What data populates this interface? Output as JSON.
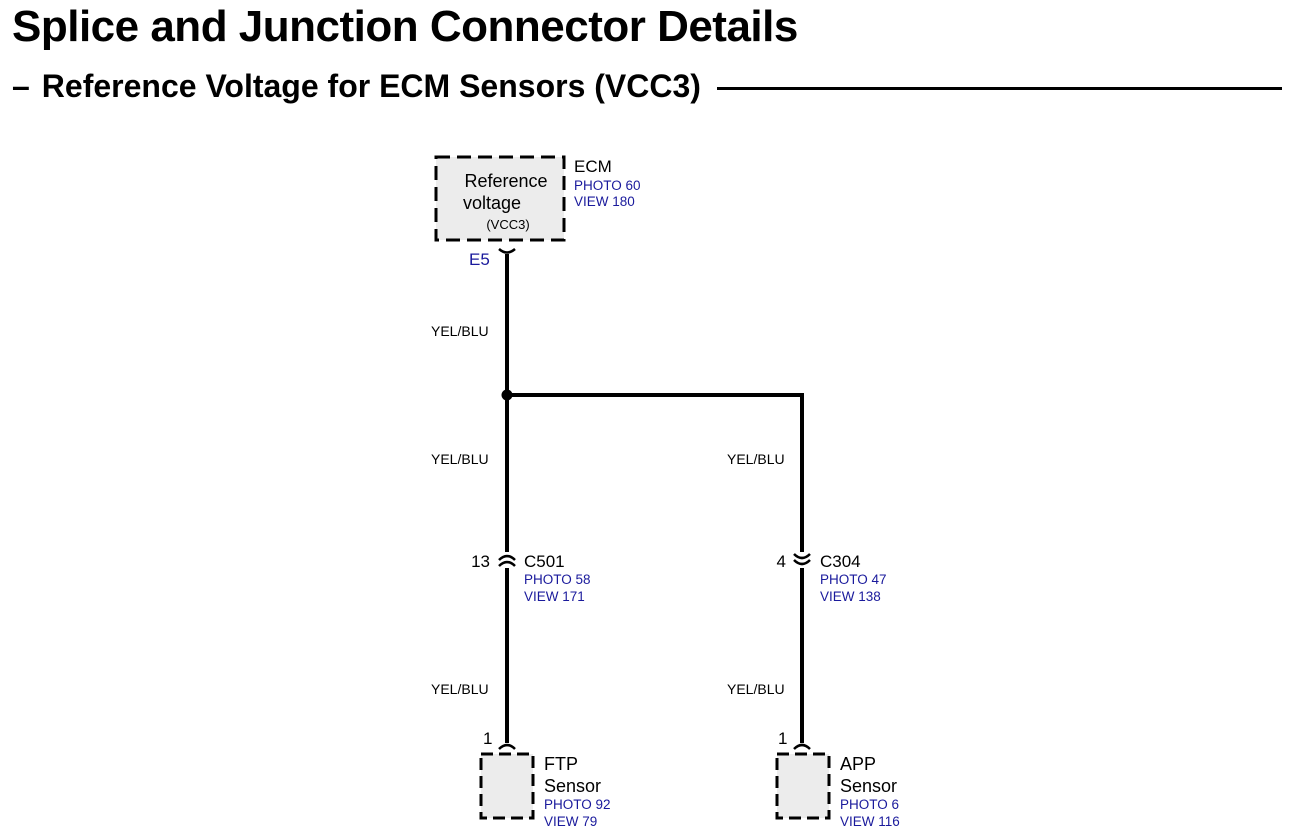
{
  "title": "Splice and Junction Connector Details",
  "section": {
    "dash": "–",
    "title": "Reference Voltage for ECM Sensors (VCC3)"
  },
  "ecm": {
    "name": "ECM",
    "photo": "PHOTO 60",
    "view": "VIEW 180",
    "box_line1": "Reference",
    "box_line2": "voltage",
    "box_line3": "(VCC3)",
    "terminal": "E5"
  },
  "wires": {
    "top": "YEL/BLU",
    "left_mid": "YEL/BLU",
    "right_mid": "YEL/BLU",
    "left_bottom": "YEL/BLU",
    "right_bottom": "YEL/BLU"
  },
  "c501": {
    "pin": "13",
    "name": "C501",
    "photo": "PHOTO 58",
    "view": "VIEW 171"
  },
  "c304": {
    "pin": "4",
    "name": "C304",
    "photo": "PHOTO 47",
    "view": "VIEW 138"
  },
  "ftp": {
    "pin": "1",
    "line1": "FTP",
    "line2": "Sensor",
    "photo": "PHOTO 92",
    "view": "VIEW 79"
  },
  "app": {
    "pin": "1",
    "line1": "APP",
    "line2": "Sensor",
    "photo": "PHOTO 6",
    "view": "VIEW 116"
  },
  "colors": {
    "wire": "#000000",
    "reference_text": "#1a1a9c",
    "component_fill": "#ececec"
  }
}
